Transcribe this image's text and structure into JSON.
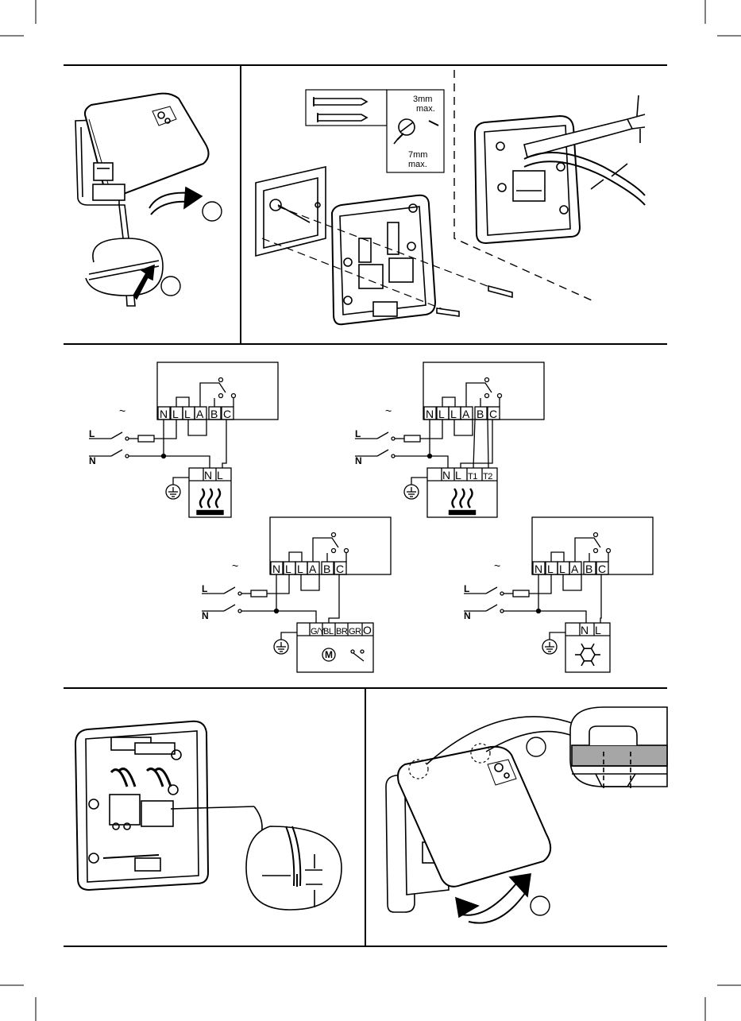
{
  "dimensions": {
    "strip_max": "3mm\nmax.",
    "screw_max": "7mm\nmax."
  },
  "wiring": {
    "ac_symbol": "~",
    "thermostat_terminals": [
      "N",
      "L",
      "L",
      "A",
      "B",
      "C"
    ],
    "line_label": "L",
    "neutral_label": "N",
    "diagrams": [
      {
        "id": "boiler-2wire",
        "load_terminals": [
          "N",
          "L"
        ],
        "load_icon": "heat-icon"
      },
      {
        "id": "boiler-4wire",
        "load_terminals": [
          "N",
          "L",
          "T1",
          "T2"
        ],
        "load_icon": "heat-icon"
      },
      {
        "id": "zone-valve",
        "load_terminals": [
          "G/Y",
          "BL",
          "BR",
          "GR",
          "O"
        ],
        "load_icon": "motor-icon"
      },
      {
        "id": "cooling",
        "load_terminals": [
          "N",
          "L"
        ],
        "load_icon": "snowflake-icon"
      }
    ]
  }
}
